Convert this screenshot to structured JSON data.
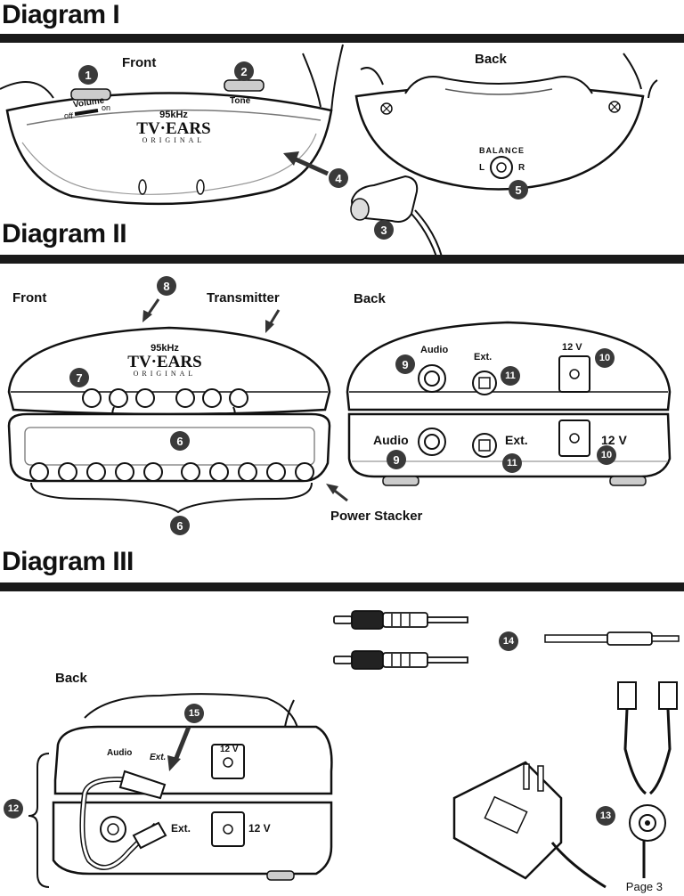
{
  "diagram1": {
    "title": "Diagram I",
    "front_label": "Front",
    "back_label": "Back",
    "volume_label": "Volume",
    "off_label": "off",
    "on_label": "on",
    "tone_label": "Tone",
    "brand_khz": "95kHz",
    "brand_name": "TV·EARS",
    "brand_sub": "ORIGINAL",
    "balance_label": "BALANCE",
    "left_label": "L",
    "right_label": "R",
    "callouts": [
      "1",
      "2",
      "3",
      "4",
      "5"
    ]
  },
  "diagram2": {
    "title": "Diagram II",
    "front_label": "Front",
    "transmitter_label": "Transmitter",
    "back_label": "Back",
    "power_stacker_label": "Power Stacker",
    "brand_khz": "95kHz",
    "brand_name": "TV·EARS",
    "brand_sub": "ORIGINAL",
    "audio_top": "Audio",
    "ext_top": "Ext.",
    "v12_top": "12 V",
    "audio_bottom": "Audio",
    "ext_bottom": "Ext.",
    "v12_bottom": "12 V",
    "callouts": [
      "6",
      "6",
      "7",
      "8",
      "9",
      "9",
      "10",
      "10",
      "11",
      "11"
    ]
  },
  "diagram3": {
    "title": "Diagram III",
    "back_label": "Back",
    "audio_label": "Audio",
    "ext_top": "Ext.",
    "v12_top": "12 V",
    "ext_bottom": "Ext.",
    "v12_bottom": "12 V",
    "callouts": [
      "12",
      "13",
      "14",
      "15"
    ]
  },
  "footer": {
    "page": "Page  3"
  }
}
